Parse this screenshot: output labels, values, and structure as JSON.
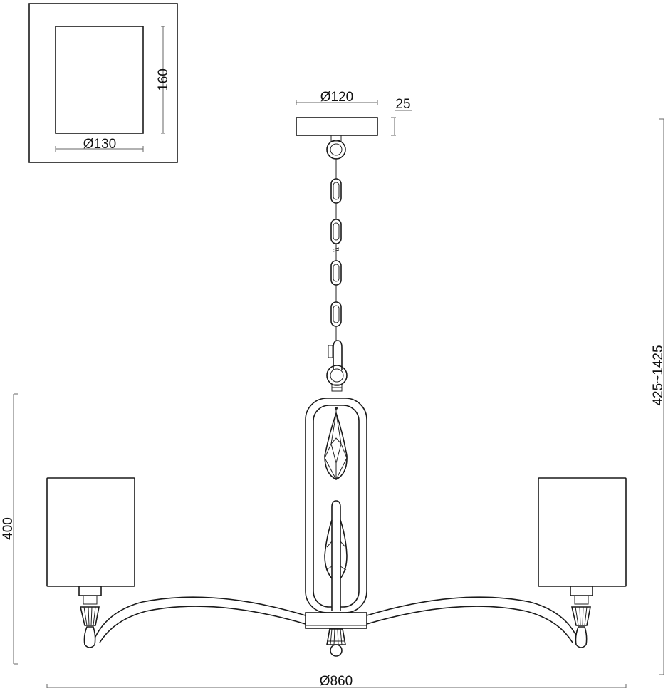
{
  "drawing": {
    "type": "technical-dimension-drawing",
    "subject": "3-arm pendant chandelier with cylindrical shades, chain suspension and crystal drops",
    "shade_detail": {
      "diameter_label": "Ø130",
      "height_label": "160"
    },
    "canopy": {
      "diameter_label": "Ø120",
      "height_label": "25"
    },
    "overall": {
      "width_label": "Ø860",
      "height_label": "400",
      "drop_label": "425~1425"
    },
    "colors": {
      "line": "#1a1a1a",
      "dimension_line": "#666666",
      "background": "#ffffff"
    }
  }
}
